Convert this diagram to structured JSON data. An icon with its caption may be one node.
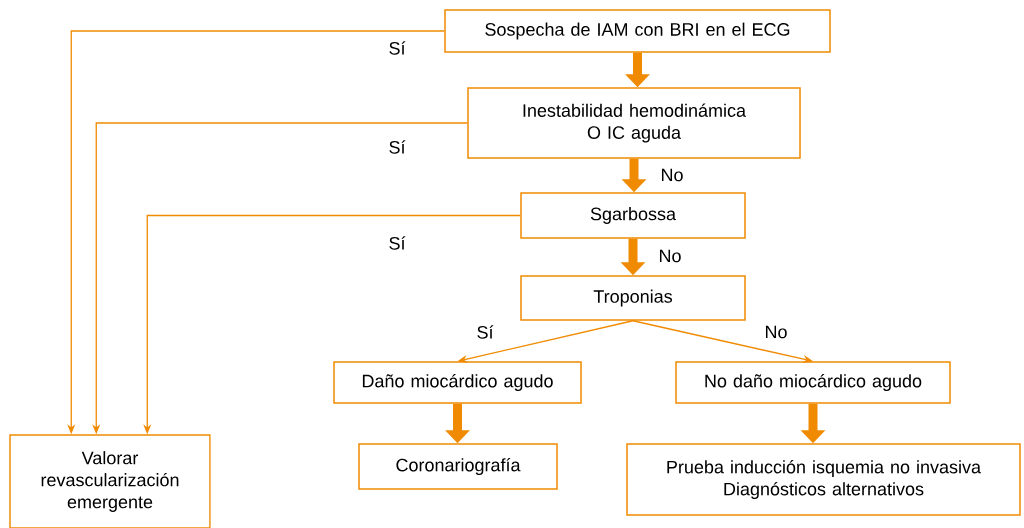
{
  "diagram": {
    "nodes": [
      {
        "text": [
          "Sospecha de IAM con BRI en el ECG"
        ]
      },
      {
        "text": [
          "Inestabilidad hemodinámica",
          "O IC aguda"
        ]
      },
      {
        "text": [
          "Sgarbossa"
        ]
      },
      {
        "text": [
          "Troponias"
        ]
      },
      {
        "text": [
          "Daño miocárdico agudo"
        ]
      },
      {
        "text": [
          "No daño miocárdico agudo"
        ]
      },
      {
        "text": [
          "Valorar revascularización emergente"
        ]
      },
      {
        "text": [
          "Coronariografía"
        ]
      },
      {
        "text": [
          "Prueba inducción isquemia no invasiva",
          "Diagnósticos alternativos"
        ]
      }
    ],
    "edges": [
      {
        "from": 0,
        "to": 1,
        "arrow": "to",
        "style": "thick"
      },
      {
        "from": 1,
        "to": 2,
        "arrow": "to",
        "style": "thick",
        "label": "No"
      },
      {
        "from": 2,
        "to": 3,
        "arrow": "to",
        "style": "thick",
        "label": "No"
      },
      {
        "from": 3,
        "to": 4,
        "arrow": "to",
        "label": "Sí"
      },
      {
        "from": 3,
        "to": 5,
        "arrow": "to",
        "label": "No"
      },
      {
        "from": 4,
        "to": 7,
        "arrow": "to",
        "style": "thick"
      },
      {
        "from": 5,
        "to": 8,
        "arrow": "to",
        "style": "thick"
      },
      {
        "from": 0,
        "to": 6,
        "arrow": "to",
        "label": "Sí"
      },
      {
        "from": 1,
        "to": 6,
        "arrow": "to",
        "label": "Sí"
      },
      {
        "from": 2,
        "to": 6,
        "arrow": "to",
        "label": "Sí"
      }
    ]
  }
}
